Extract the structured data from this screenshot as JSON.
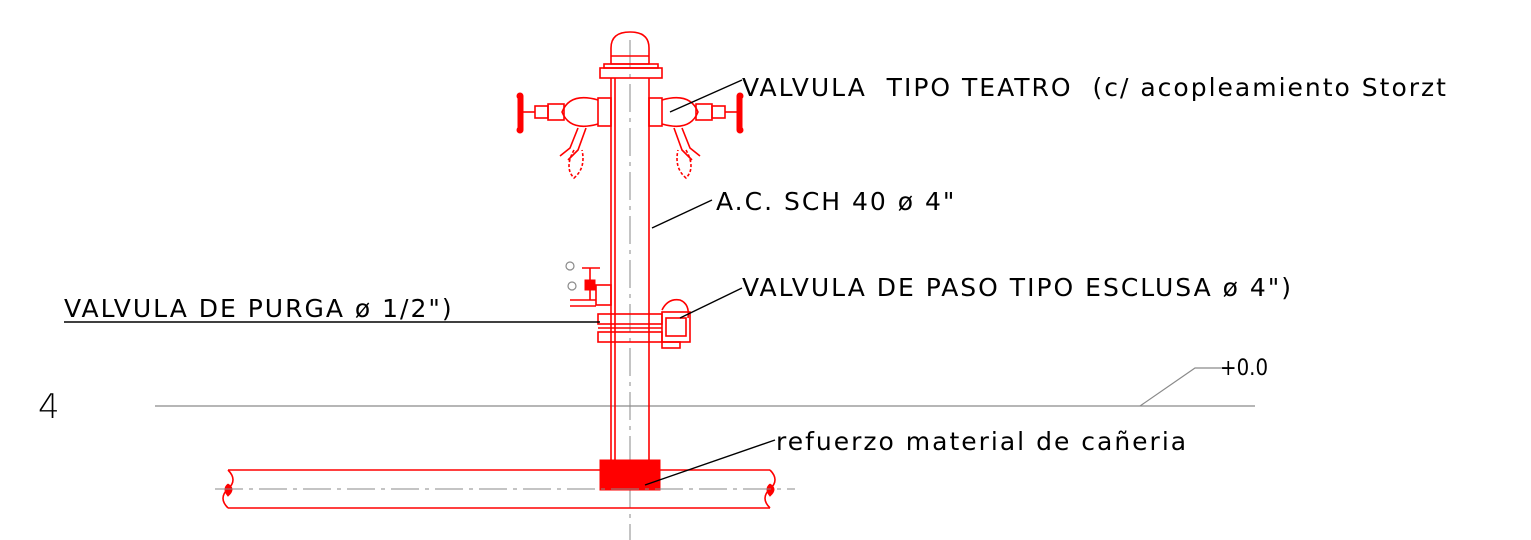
{
  "labels": {
    "valve_theater": "VALVULA  TIPO TEATRO  (c/ acopleamiento Storzt",
    "pipe_spec": "A.C. SCH 40 ø 4\"",
    "valve_gate": "VALVULA DE PASO TIPO ESCLUSA ø 4\")",
    "valve_purge": "VALVULA DE PURGA ø 1/2\")",
    "level": "+0.0",
    "reinforcement": "refuerzo material de cañeria",
    "section_number": "4"
  },
  "colors": {
    "hydrant": "#ff0000",
    "leader": "#000000",
    "reference_line": "#8a8a8a"
  }
}
